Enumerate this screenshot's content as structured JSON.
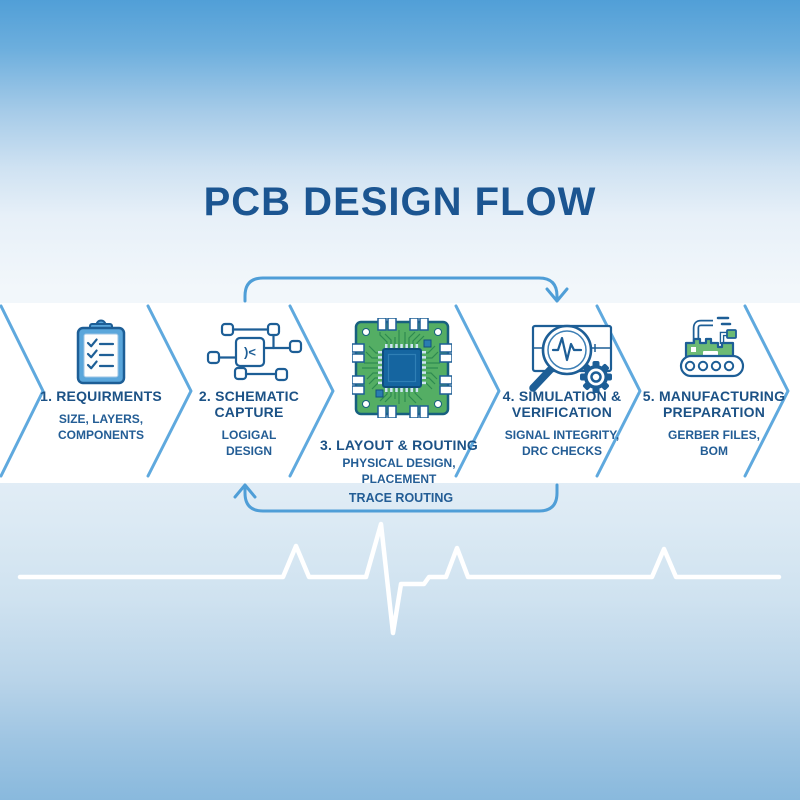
{
  "title": "PCB DESIGN FLOW",
  "flow": {
    "steps": [
      {
        "icon": "clipboard-checklist-icon",
        "label": "1. REQUIRMENTS",
        "detail": "SIZE, LAYERS,\nCOMPONENTS"
      },
      {
        "icon": "schematic-nodes-icon",
        "glyph": ")<",
        "label": "2. SCHEMATIC\nCAPTURE",
        "detail": "LOGIGAL\nDESIGN"
      },
      {
        "icon": "pcb-board-icon",
        "label": "3. LAYOUT & ROUTING",
        "detail": "PHYSICAL DESIGN,\nPLACEMENT"
      },
      {
        "icon": "simulation-magnifier-gear-icon",
        "label": "4. SIMULATION &\nVERIFICATION",
        "detail": "SIGNAL INTEGRITY,\nDRC CHECKS"
      },
      {
        "icon": "factory-conveyor-icon",
        "label": "5. MANUFACTURING\nPREPARATION",
        "detail": "GERBER FILES,\nBOM"
      }
    ],
    "feedback_label": "TRACE ROUTING"
  },
  "colors": {
    "title_text": "#1b5591",
    "step_text": "#1c5286",
    "chevron_line": "#5fa9de",
    "arrow_line": "#4f9ed7",
    "icon_outline": "#1d5e96",
    "icon_blue_fill": "#5aa6db",
    "pcb_green": "#54ae64",
    "trace_green": "#2e8a50",
    "band_background": "#ffffff",
    "ecg_line": "#ffffff"
  }
}
